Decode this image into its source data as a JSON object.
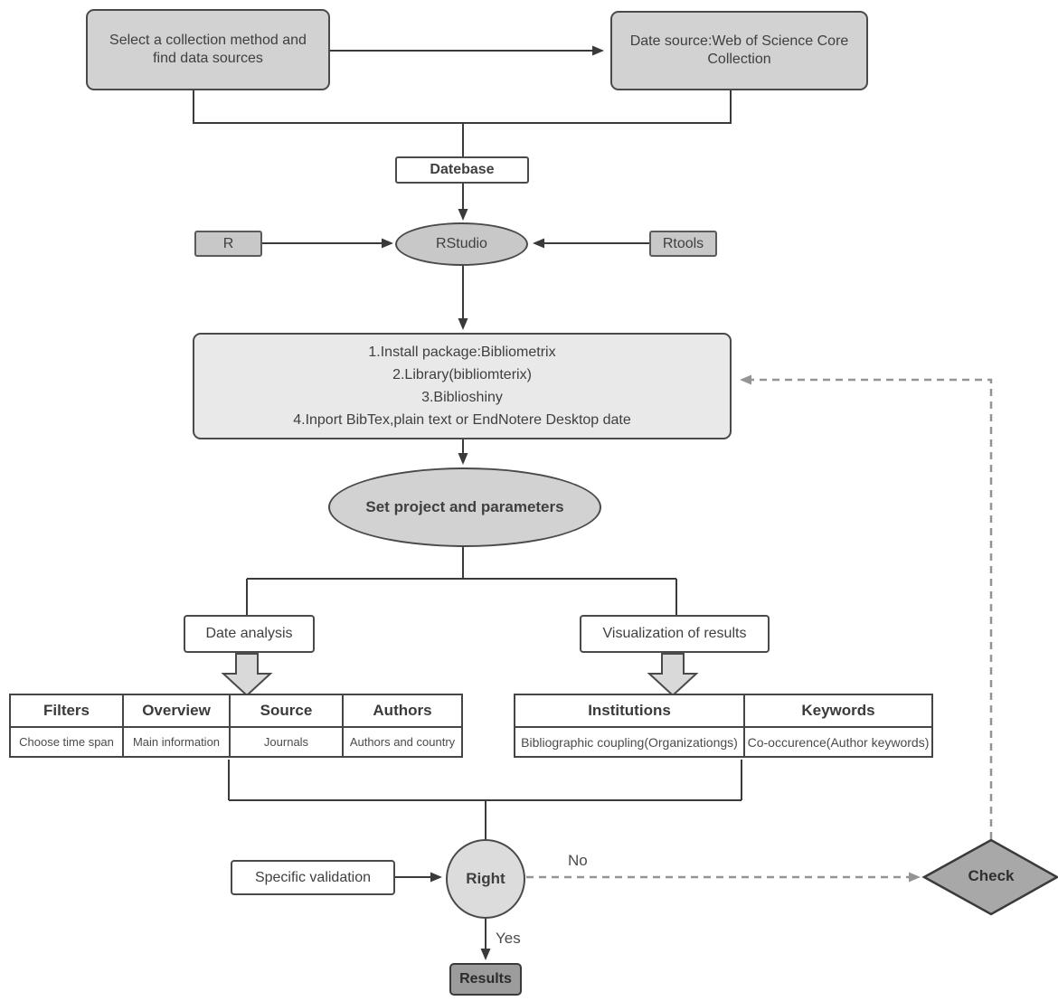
{
  "nodes": {
    "collect": {
      "label": "Select a collection method and find data sources"
    },
    "data_source": {
      "label": "Date source:Web of Science Core Collection"
    },
    "database": {
      "label": "Datebase"
    },
    "r": {
      "label": "R"
    },
    "rstudio": {
      "label": "RStudio"
    },
    "rtools": {
      "label": "Rtools"
    },
    "install_steps": {
      "lines": [
        "1.Install package:Bibliometrix",
        "2.Library(bibliomterix)",
        "3.Biblioshiny",
        "4.Inport BibTex,plain text or EndNotere Desktop date"
      ]
    },
    "set_project": {
      "label": "Set project and parameters"
    },
    "date_analysis": {
      "label": "Date analysis"
    },
    "visualization": {
      "label": "Visualization of results"
    },
    "specific_validation": {
      "label": "Specific validation"
    },
    "right_decision": {
      "label": "Right"
    },
    "check": {
      "label": "Check"
    },
    "results": {
      "label": "Results"
    }
  },
  "tables": {
    "analysis": {
      "headers": [
        "Filters",
        "Overview",
        "Source",
        "Authors"
      ],
      "cells": [
        "Choose time span",
        "Main information",
        "Journals",
        "Authors and country"
      ]
    },
    "visualization": {
      "headers": [
        "Institutions",
        "Keywords"
      ],
      "cells": [
        "Bibliographic coupling(Organizationgs)",
        "Co-occurence(Author keywords)"
      ]
    }
  },
  "edge_labels": {
    "no": "No",
    "yes": "Yes"
  },
  "palette": {
    "node_fill_light": "#d2d2d2",
    "node_fill_mid": "#c8c8c8",
    "node_fill_pale": "#e9e9e9",
    "decision_fill": "#dcdcdc",
    "check_fill": "#a8a8a8",
    "results_fill": "#9c9c9c",
    "line": "#3a3a3a",
    "dashed_line": "#949494"
  }
}
